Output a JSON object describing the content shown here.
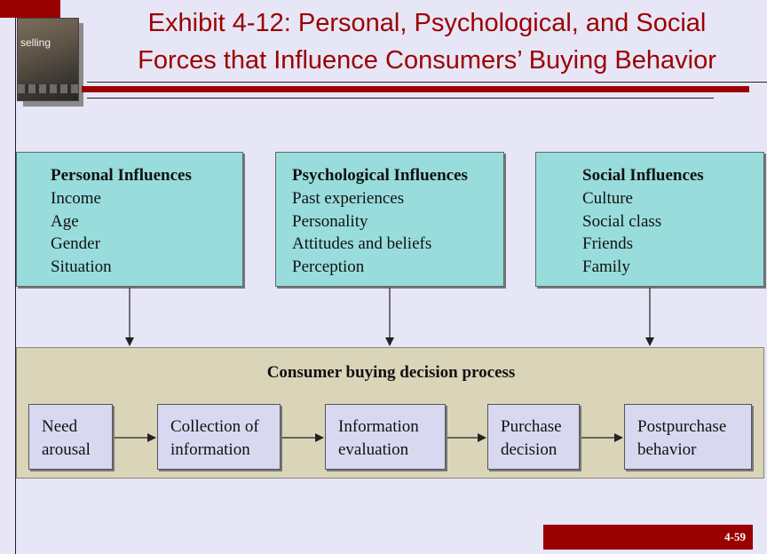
{
  "slide": {
    "title_line1": "Exhibit 4-12: Personal, Psychological, and Social",
    "title_line2": "Forces that Influence Consumers’ Buying Behavior",
    "slide_number": "4-59",
    "book_cover_text": "selling"
  },
  "influences": {
    "personal": {
      "heading": "Personal Influences",
      "items": [
        "Income",
        "Age",
        "Gender",
        "Situation"
      ]
    },
    "psychological": {
      "heading": "Psychological Influences",
      "items": [
        "Past experiences",
        "Personality",
        "Attitudes and beliefs",
        "Perception"
      ]
    },
    "social": {
      "heading": "Social Influences",
      "items": [
        "Culture",
        "Social class",
        "Friends",
        "Family"
      ]
    }
  },
  "process": {
    "title": "Consumer buying decision process",
    "steps": [
      {
        "line1": "Need",
        "line2": "arousal"
      },
      {
        "line1": "Collection of",
        "line2": "information"
      },
      {
        "line1": "Information",
        "line2": "evaluation"
      },
      {
        "line1": "Purchase",
        "line2": "decision"
      },
      {
        "line1": "Postpurchase",
        "line2": "behavior"
      }
    ]
  },
  "colors": {
    "accent_red": "#9c0000",
    "influence_box": "#99dcdc",
    "process_panel": "#dad5b9",
    "step_box": "#d8d8f0",
    "background": "#e6e6f6"
  }
}
